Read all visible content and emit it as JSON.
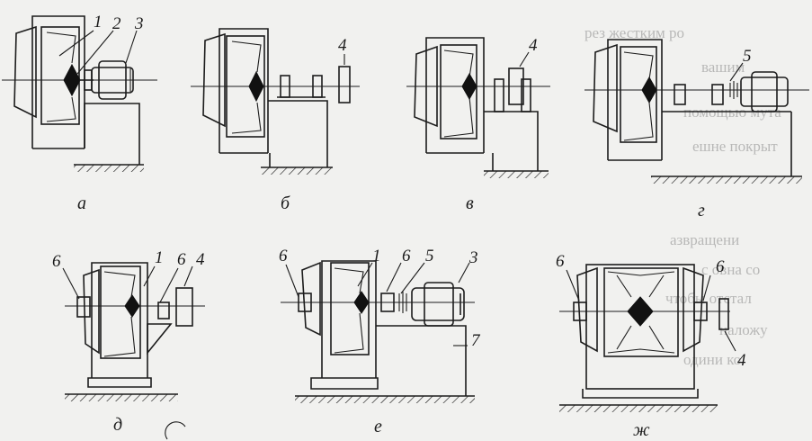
{
  "variants": [
    {
      "caption": "а",
      "labels": [
        "1",
        "2",
        "3"
      ]
    },
    {
      "caption": "б",
      "labels": [
        "4"
      ]
    },
    {
      "caption": "в",
      "labels": [
        "4"
      ]
    },
    {
      "caption": "г",
      "labels": [
        "5"
      ]
    },
    {
      "caption": "д",
      "labels": [
        "6",
        "1",
        "6",
        "4"
      ]
    },
    {
      "caption": "е",
      "labels": [
        "6",
        "1",
        "6",
        "5",
        "3",
        "7"
      ]
    },
    {
      "caption": "ж",
      "labels": [
        "6",
        "6",
        "4"
      ]
    }
  ],
  "background_text": [
    "рез жестким ро",
    "вашим",
    "помощью мута",
    "ешне покрыт",
    "азвращени",
    "с овна со",
    "чтобы отстал",
    "наложу",
    "одини ко"
  ]
}
